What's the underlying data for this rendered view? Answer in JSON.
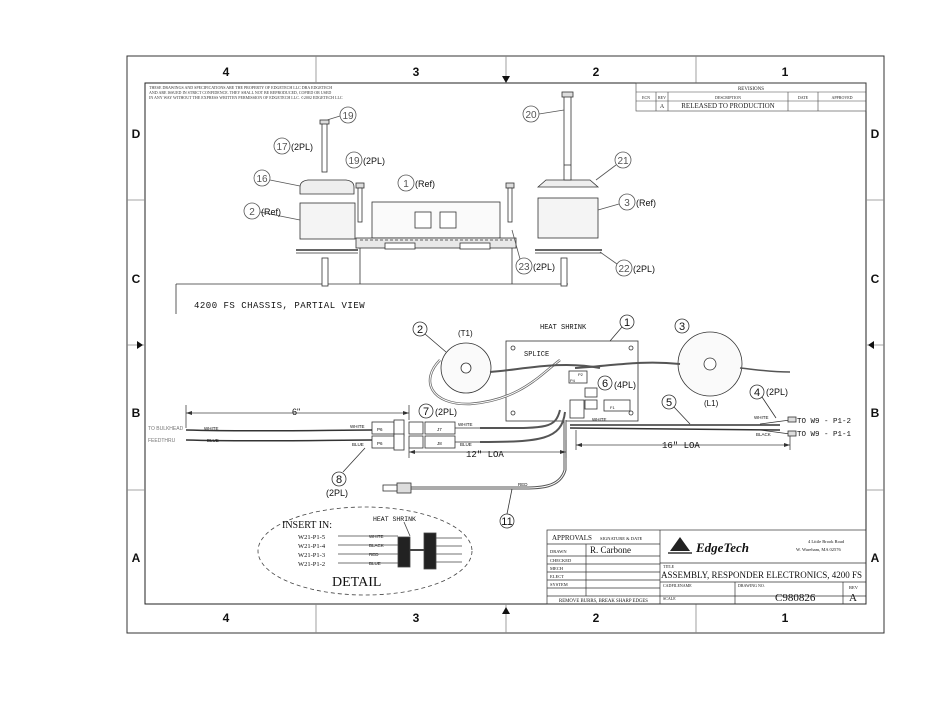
{
  "border": {
    "columns": [
      "4",
      "3",
      "2",
      "1"
    ],
    "rows": [
      "D",
      "C",
      "B",
      "A"
    ]
  },
  "notice": {
    "line1": "THESE DRAWINGS AND SPECIFICATIONS ARE THE PROPERTY OF EDGETECH LLC DBA EDGETECH",
    "line2": "AND ARE ISSUED IN STRICT CONFIDENCE. THEY SHALL NOT BE REPRODUCED, COPIED OR USED",
    "line3": "IN ANY WAY WITHOUT THE EXPRESS WRITTEN PERMISSION OF EDGETECH LLC. ©2002 EDGETECH LLC"
  },
  "revisions": {
    "title": "REVISIONS",
    "headers": [
      "ECN",
      "REV",
      "DESCRIPTION",
      "DATE",
      "APPROVED"
    ],
    "rows": [
      [
        "",
        "A",
        "RELEASED TO PRODUCTION",
        "",
        ""
      ]
    ]
  },
  "chassis_view": {
    "title": "4200 FS CHASSIS, PARTIAL VIEW",
    "balloons": [
      {
        "num": "19",
        "note": ""
      },
      {
        "num": "17",
        "note": "(2PL)"
      },
      {
        "num": "19",
        "note": "(2PL)"
      },
      {
        "num": "16",
        "note": ""
      },
      {
        "num": "1",
        "note": "(Ref)"
      },
      {
        "num": "2",
        "note": "(Ref)"
      },
      {
        "num": "20",
        "note": ""
      },
      {
        "num": "21",
        "note": ""
      },
      {
        "num": "3",
        "note": "(Ref)"
      },
      {
        "num": "23",
        "note": "(2PL)"
      },
      {
        "num": "22",
        "note": "(2PL)"
      }
    ]
  },
  "wiring": {
    "balloons": [
      {
        "num": "2",
        "note": "(T1)"
      },
      {
        "num": "1",
        "note": ""
      },
      {
        "num": "3",
        "note": "(L1)"
      },
      {
        "num": "4",
        "note": "(2PL)"
      },
      {
        "num": "5",
        "note": ""
      },
      {
        "num": "6",
        "note": "(4PL)"
      },
      {
        "num": "7",
        "note": "(2PL)"
      },
      {
        "num": "8",
        "note": "(2PL)"
      },
      {
        "num": "11",
        "note": ""
      }
    ],
    "heat_shrink": "HEAT SHRINK",
    "splice": "SPLICE",
    "dim_6": "6\"",
    "dim_12": "12\"  LOA",
    "dim_16": "16\"  LOA",
    "to_bulkhead": "TO BULKHEAD",
    "feedthru": "FEEDTHRU",
    "wire_white": "WHITE",
    "wire_blue": "BLUE",
    "wire_black": "BLACK",
    "wire_red": "RED",
    "p6": "P6",
    "p6b": "P6",
    "j7": "J7",
    "j8": "J8",
    "p1_2": "TO  W9 - P1-2",
    "p1_1": "TO  W9 - P1-1",
    "f1": "F1",
    "jp_p4": "P4",
    "jp_p2": "P2"
  },
  "detail": {
    "insert_in": "INSERT IN:",
    "heat_shrink": "HEAT SHRINK",
    "pins": [
      "W21-P1-5",
      "W21-P1-4",
      "W21-P1-3",
      "W21-P1-2"
    ],
    "wires": [
      "WHITE",
      "BLACK",
      "RED",
      "BLUE"
    ],
    "title": "DETAIL"
  },
  "title_block": {
    "approvals": "APPROVALS",
    "signature_date": "SIGNATURE & DATE",
    "drawn_label": "DRAWN",
    "drawn_by": "R. Carbone",
    "checked_label": "CHECKED",
    "mech_label": "MECH",
    "elect_label": "ELECT",
    "system_label": "SYSTEM",
    "company": "EdgeTech",
    "address1": "4 Little Brook Road",
    "address2": "W. Wareham, MA 02576",
    "title_label": "TITLE",
    "title": "ASSEMBLY, RESPONDER ELECTRONICS, 4200 FS",
    "cadfile_label": "CADFILENAME",
    "drawing_label": "DRAWING NO.",
    "rev_label": "REV",
    "drawing_no": "C980826",
    "rev": "A",
    "scale_label": "SCALE",
    "note": "REMOVE BURRS, BREAK SHARP EDGES"
  }
}
